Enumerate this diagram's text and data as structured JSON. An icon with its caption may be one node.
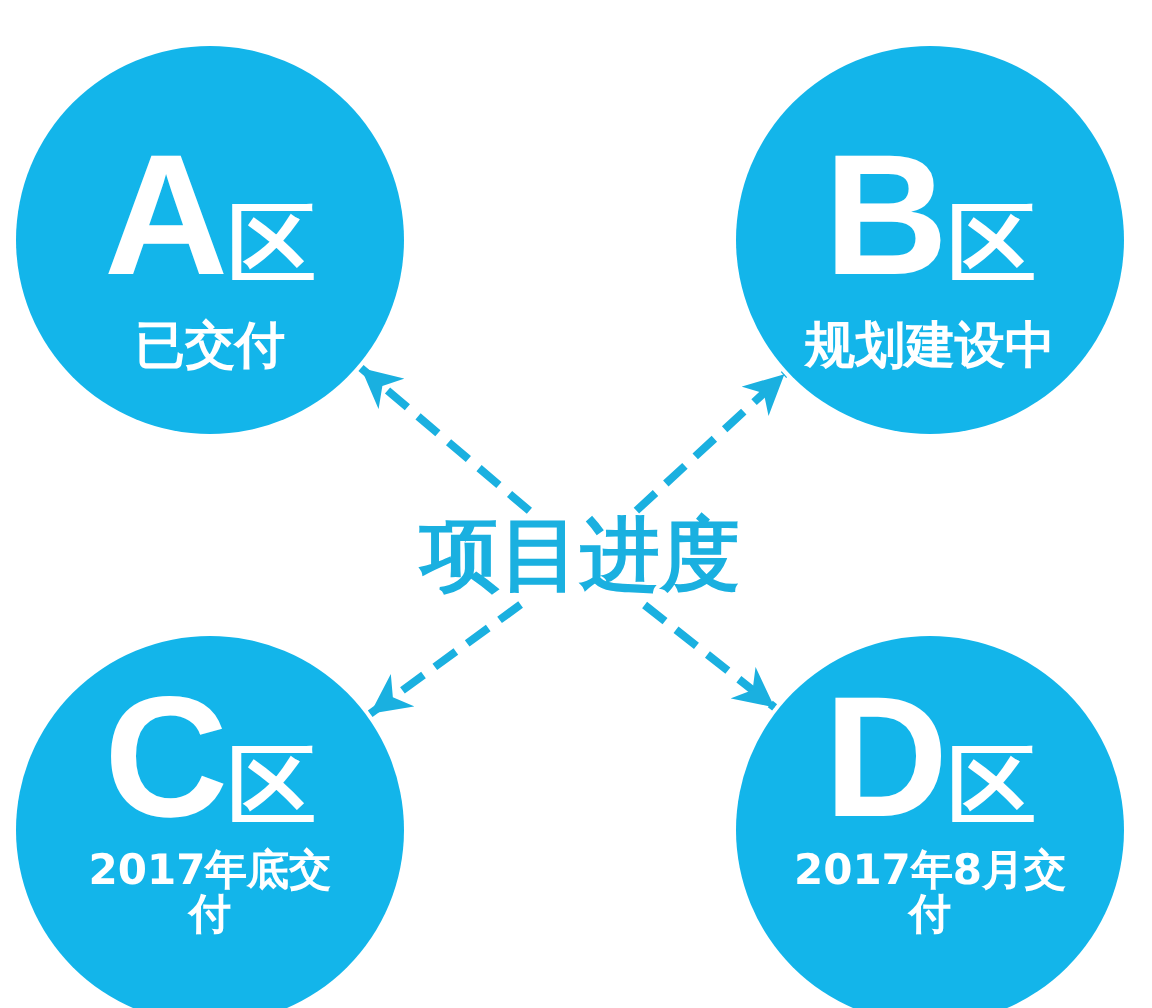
{
  "diagram": {
    "nodes": [
      {
        "text": [
          "A区",
          "已交付"
        ]
      },
      {
        "text": [
          "B区",
          "规划建设中"
        ]
      },
      {
        "text": [
          "项目进度"
        ]
      },
      {
        "text": [
          "C区",
          "2017年底交付"
        ]
      },
      {
        "text": [
          "D区",
          "2017年8月交付"
        ]
      }
    ],
    "edges": [
      {
        "from": 2,
        "to": 0,
        "arrow": "to",
        "style": "dashed"
      },
      {
        "from": 2,
        "to": 1,
        "arrow": "to",
        "style": "dashed"
      },
      {
        "from": 2,
        "to": 3,
        "arrow": "to",
        "style": "dashed"
      },
      {
        "from": 2,
        "to": 4,
        "arrow": "to",
        "style": "dashed"
      }
    ]
  }
}
